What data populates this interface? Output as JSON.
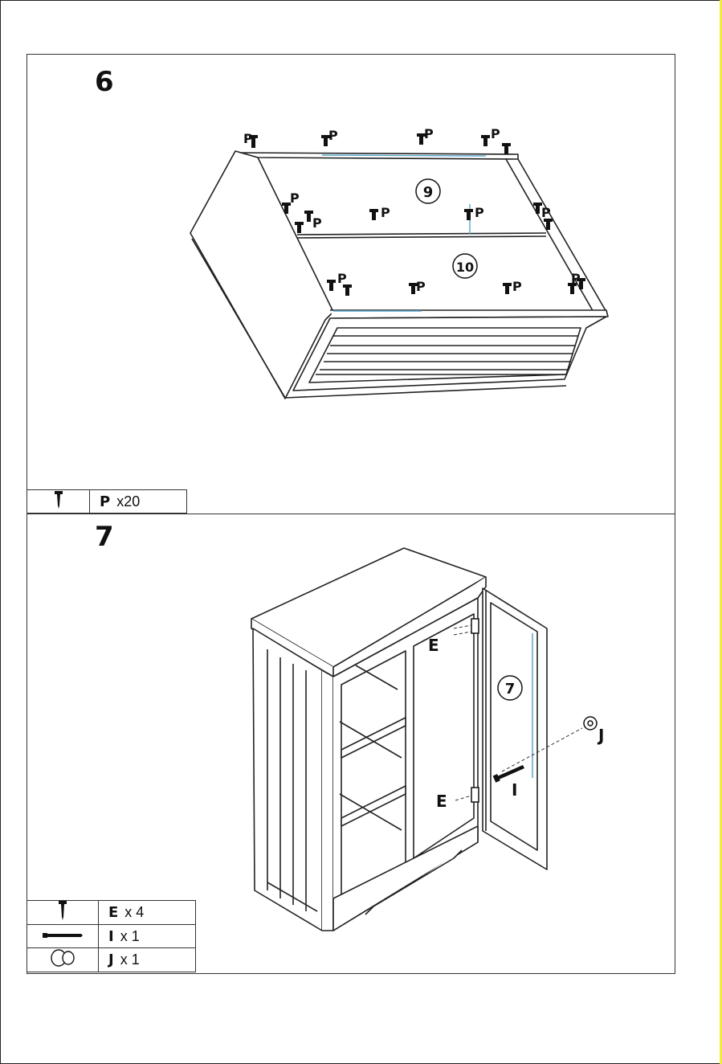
{
  "steps": [
    {
      "number": "6",
      "callouts": [
        "9",
        "10"
      ],
      "fastener_label": "P",
      "parts": [
        {
          "icon": "screw-icon",
          "letter": "P",
          "qty": "x20"
        }
      ]
    },
    {
      "number": "7",
      "callouts": [
        "7"
      ],
      "labels": {
        "hinge_screw": "E",
        "door_screw": "I",
        "knob": "J"
      },
      "parts": [
        {
          "icon": "screw-icon",
          "letter": "E",
          "qty": "x 4"
        },
        {
          "icon": "bolt-icon",
          "letter": "I",
          "qty": "x 1"
        },
        {
          "icon": "knob-icon",
          "letter": "J",
          "qty": "x 1"
        }
      ]
    }
  ],
  "colors": {
    "line": "#222222",
    "accent_blue": "#5aa7c9",
    "edge_yellow": "#f2ec3c"
  }
}
